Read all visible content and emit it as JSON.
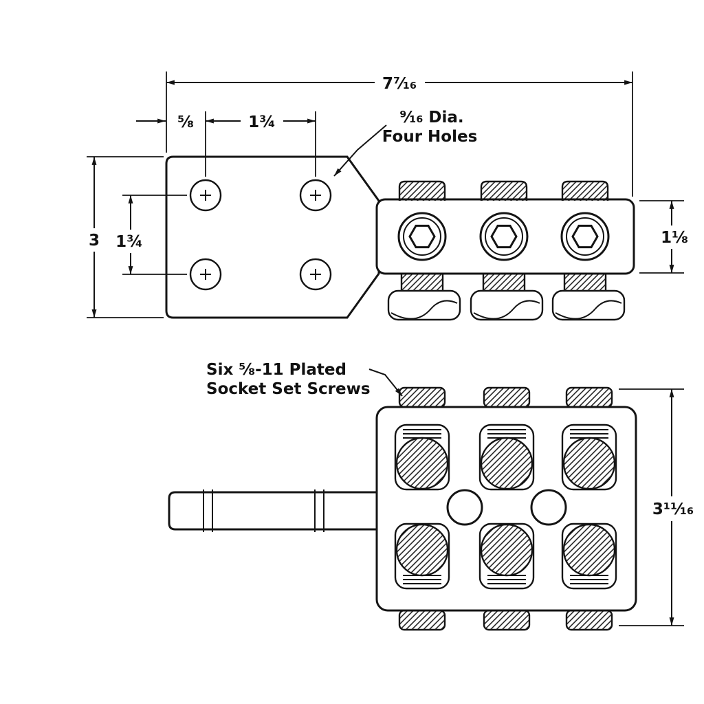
{
  "colors": {
    "ink": "#141414",
    "paper": "#ffffff"
  },
  "top_view": {
    "dims": {
      "overall_width": "7⁷⁄₁₆",
      "edge_offset": "⅝",
      "hole_spacing_horizontal": "1¾",
      "plate_height": "3",
      "hole_spacing_vertical": "1¾",
      "body_height": "1⅛"
    },
    "callout_holes_line1": "⁹⁄₁₆ Dia.",
    "callout_holes_line2": "Four Holes"
  },
  "bottom_view": {
    "callout_screws_line1": "Six ⅝-11 Plated",
    "callout_screws_line2": "Socket Set Screws",
    "dims": {
      "overall_height": "3¹¹⁄₁₆"
    }
  }
}
